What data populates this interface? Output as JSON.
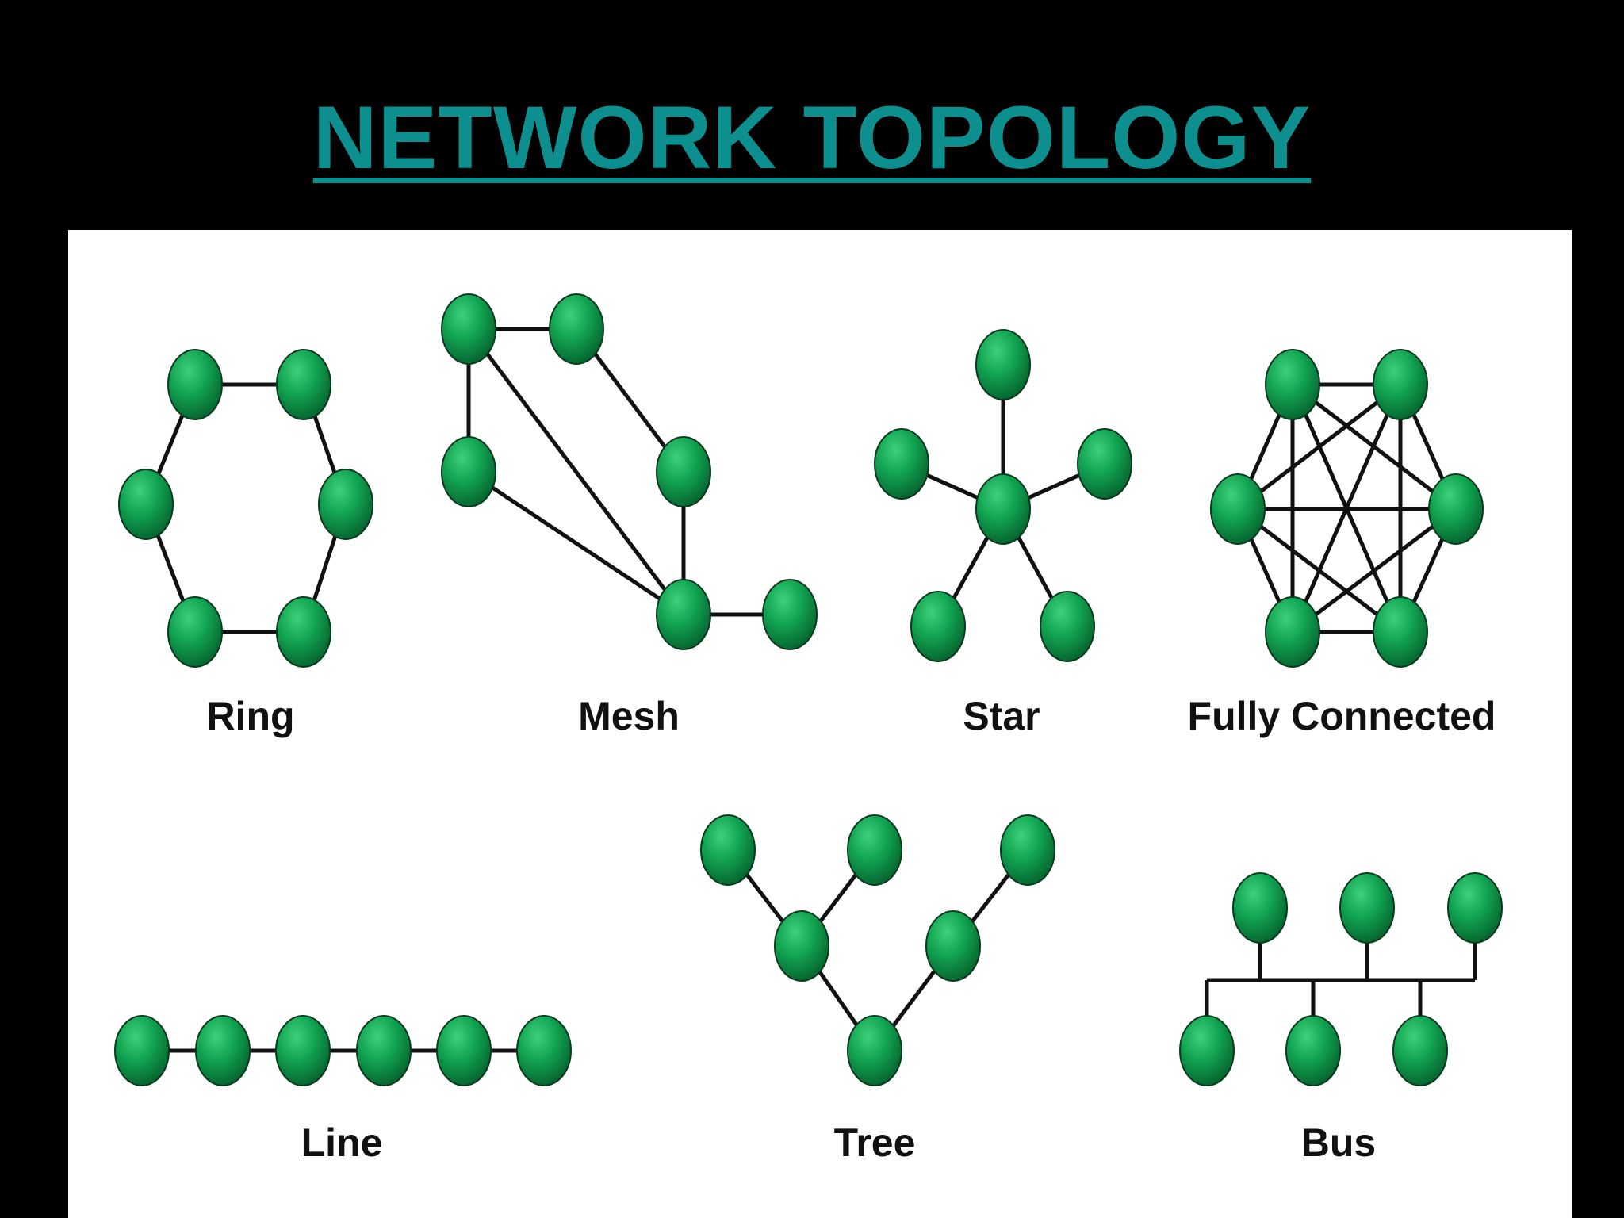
{
  "slide": {
    "title": "NETWORK TOPOLOGY",
    "colors": {
      "background": "#000000",
      "title": "#0e8f8f",
      "panel": "#ffffff",
      "node": "#0c9a4c",
      "link": "#111111"
    }
  },
  "diagram": {
    "topologies": [
      {
        "id": "ring",
        "label": "Ring"
      },
      {
        "id": "mesh",
        "label": "Mesh"
      },
      {
        "id": "star",
        "label": "Star"
      },
      {
        "id": "fully_connected",
        "label": "Fully Connected"
      },
      {
        "id": "line",
        "label": "Line"
      },
      {
        "id": "tree",
        "label": "Tree"
      },
      {
        "id": "bus",
        "label": "Bus"
      }
    ]
  }
}
